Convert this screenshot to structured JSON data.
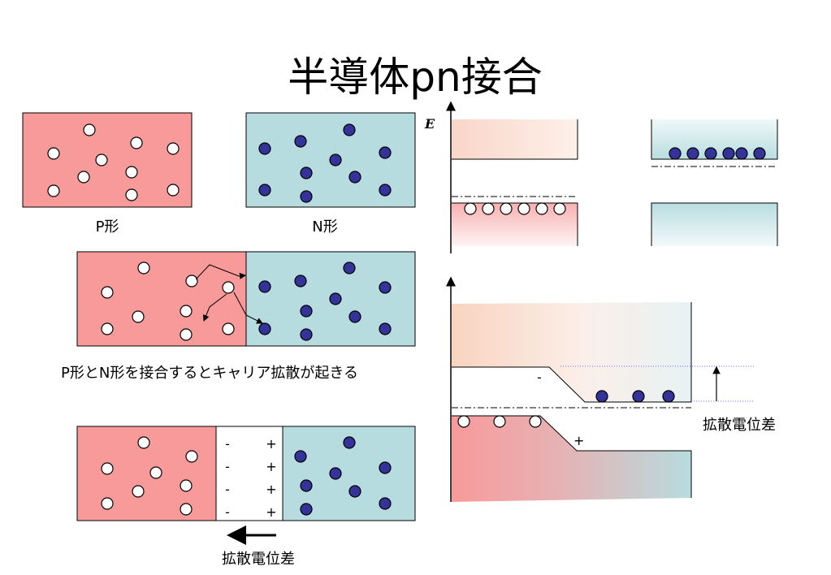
{
  "title": "半導体pn接合",
  "labels": {
    "p_type": "P形",
    "n_type": "N形",
    "junction_caption": "P形とN形を接合するとキャリア拡散が起きる",
    "diffusion_potential_bottom": "拡散電位差",
    "diffusion_potential_right": "拡散電位差",
    "energy_axis": "E",
    "minus": "-",
    "plus": "+"
  },
  "colors": {
    "p_region": "#f89a9a",
    "n_region": "#b7dcdf",
    "hole_fill": "#ffffff",
    "electron_fill": "#333399",
    "depletion": "#ffffff"
  }
}
